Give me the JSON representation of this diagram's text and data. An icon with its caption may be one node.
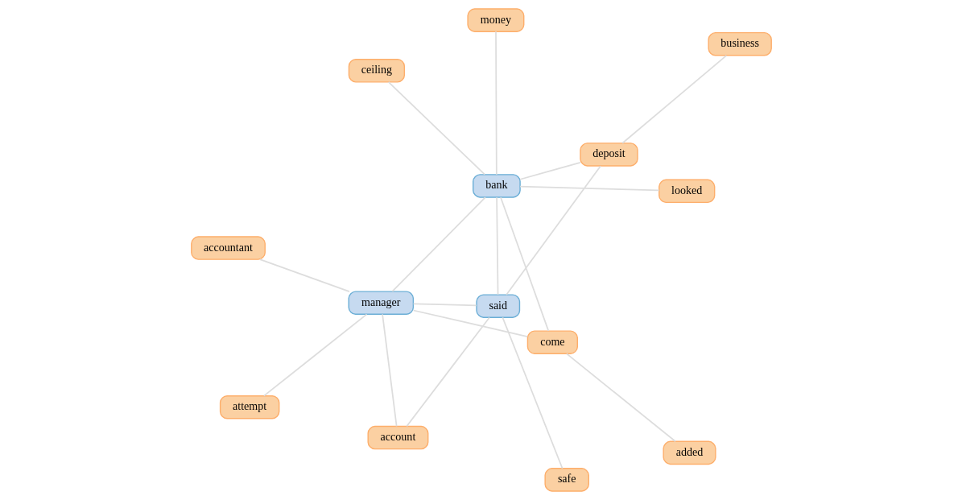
{
  "diagram": {
    "nodes": [
      {
        "text": [
          "accountant"
        ]
      },
      {
        "text": [
          "account"
        ]
      },
      {
        "text": [
          "safe"
        ]
      },
      {
        "text": [
          "said"
        ]
      },
      {
        "text": [
          "money"
        ]
      },
      {
        "text": [
          "bank"
        ]
      },
      {
        "text": [
          "manager"
        ]
      },
      {
        "text": [
          "looked"
        ]
      },
      {
        "text": [
          "attempt"
        ]
      },
      {
        "text": [
          "deposit"
        ]
      },
      {
        "text": [
          "come"
        ]
      },
      {
        "text": [
          "ceiling"
        ]
      },
      {
        "text": [
          "added"
        ]
      },
      {
        "text": [
          "business"
        ]
      }
    ],
    "edges": [
      {
        "from": 1,
        "to": 3,
        "arrow": "none"
      },
      {
        "from": 1,
        "to": 6,
        "arrow": "none"
      },
      {
        "from": 2,
        "to": 3,
        "arrow": "none"
      },
      {
        "from": 0,
        "to": 6,
        "arrow": "none"
      },
      {
        "from": 4,
        "to": 5,
        "arrow": "none"
      },
      {
        "from": 3,
        "to": 6,
        "arrow": "none"
      },
      {
        "from": 5,
        "to": 6,
        "arrow": "none"
      },
      {
        "from": 3,
        "to": 9,
        "arrow": "none"
      },
      {
        "from": 3,
        "to": 5,
        "arrow": "none"
      },
      {
        "from": 5,
        "to": 7,
        "arrow": "none"
      },
      {
        "from": 5,
        "to": 11,
        "arrow": "none"
      },
      {
        "from": 5,
        "to": 9,
        "arrow": "none"
      },
      {
        "from": 5,
        "to": 10,
        "arrow": "none"
      },
      {
        "from": 9,
        "to": 13,
        "arrow": "none"
      },
      {
        "from": 6,
        "to": 8,
        "arrow": "none"
      },
      {
        "from": 6,
        "to": 10,
        "arrow": "none"
      },
      {
        "from": 10,
        "to": 12,
        "arrow": "none"
      }
    ]
  }
}
